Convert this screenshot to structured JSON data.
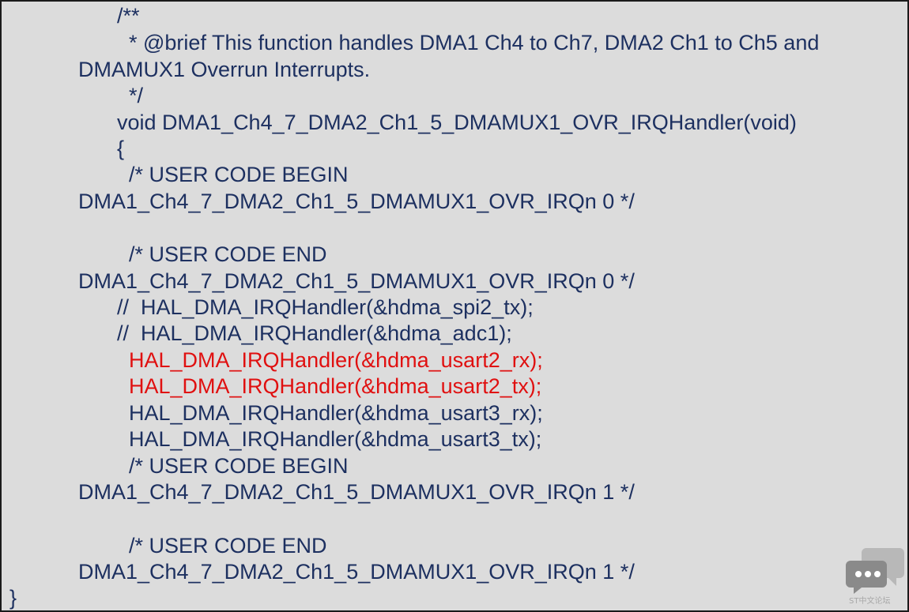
{
  "code_lines": [
    {
      "text": "/**",
      "color": "#1d3060"
    },
    {
      "text": "* @brief This function handles DMA1 Ch4 to Ch7, DMA2 Ch1 to Ch5 and",
      "color": "#1d3060"
    },
    {
      "text": "DMAMUX1 Overrun Interrupts.",
      "color": "#1d3060"
    },
    {
      "text": "*/",
      "color": "#1d3060"
    },
    {
      "text": "void DMA1_Ch4_7_DMA2_Ch1_5_DMAMUX1_OVR_IRQHandler(void)",
      "color": "#1d3060"
    },
    {
      "text": "{",
      "color": "#1d3060"
    },
    {
      "text": "/* USER CODE BEGIN",
      "color": "#1d3060"
    },
    {
      "text": "DMA1_Ch4_7_DMA2_Ch1_5_DMAMUX1_OVR_IRQn 0 */",
      "color": "#1d3060"
    },
    {
      "text": "/* USER CODE END",
      "color": "#1d3060"
    },
    {
      "text": "DMA1_Ch4_7_DMA2_Ch1_5_DMAMUX1_OVR_IRQn 0 */",
      "color": "#1d3060"
    },
    {
      "text": "//  HAL_DMA_IRQHandler(&hdma_spi2_tx);",
      "color": "#1d3060"
    },
    {
      "text": "//  HAL_DMA_IRQHandler(&hdma_adc1);",
      "color": "#1d3060"
    },
    {
      "text": "HAL_DMA_IRQHandler(&hdma_usart2_rx);",
      "color": "#e01010"
    },
    {
      "text": "HAL_DMA_IRQHandler(&hdma_usart2_tx);",
      "color": "#e01010"
    },
    {
      "text": "HAL_DMA_IRQHandler(&hdma_usart3_rx);",
      "color": "#1d3060"
    },
    {
      "text": "HAL_DMA_IRQHandler(&hdma_usart3_tx);",
      "color": "#1d3060"
    },
    {
      "text": "/* USER CODE BEGIN",
      "color": "#1d3060"
    },
    {
      "text": "DMA1_Ch4_7_DMA2_Ch1_5_DMAMUX1_OVR_IRQn 1 */",
      "color": "#1d3060"
    },
    {
      "text": "/* USER CODE END",
      "color": "#1d3060"
    },
    {
      "text": "DMA1_Ch4_7_DMA2_Ch1_5_DMAMUX1_OVR_IRQn 1 */",
      "color": "#1d3060"
    },
    {
      "text": "}",
      "color": "#1d3060"
    }
  ],
  "watermark": {
    "text": "ST中文论坛",
    "icon": "chat-bubbles-icon"
  }
}
